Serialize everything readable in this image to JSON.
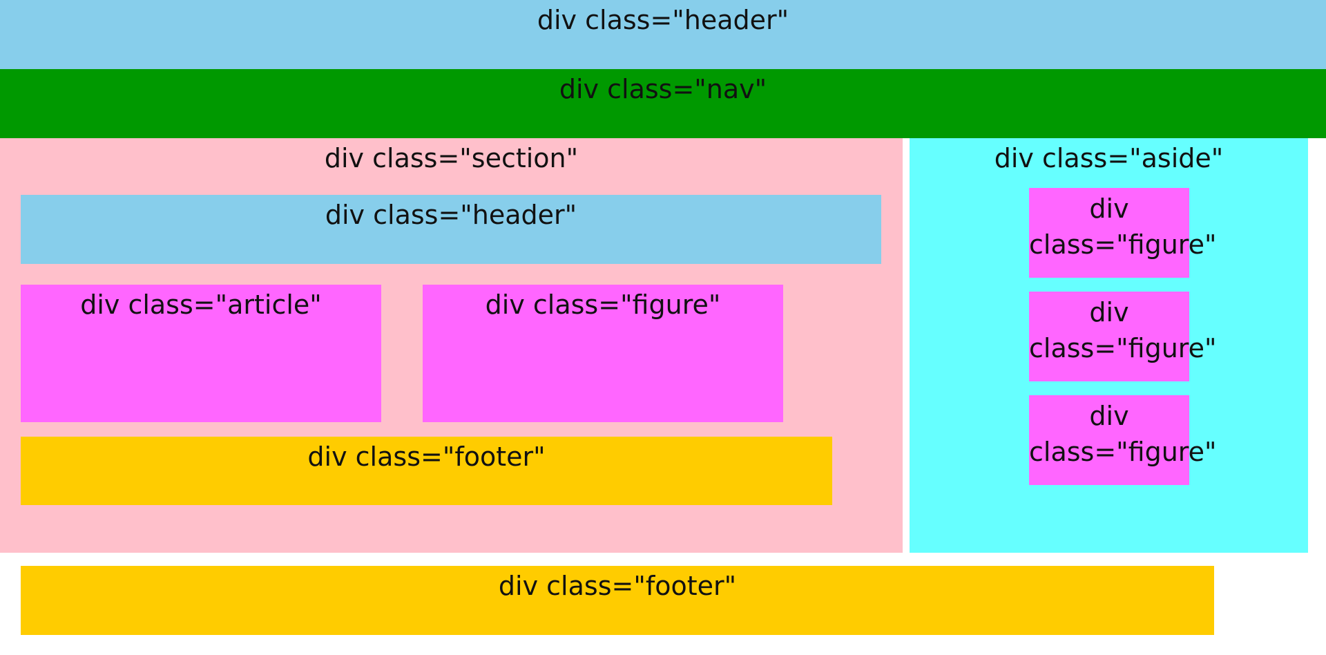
{
  "colors": {
    "header": "#87CEEB",
    "nav": "#009900",
    "section": "#FFC0CB",
    "aside": "#66FFFF",
    "article": "#FF66FF",
    "figure": "#FF66FF",
    "footer": "#FFCC00",
    "background": "#FFFFFF"
  },
  "page": {
    "header_label": "div class=\"header\"",
    "nav_label": "div class=\"nav\"",
    "footer_label": "div class=\"footer\""
  },
  "section": {
    "label": "div class=\"section\"",
    "header_label": "div class=\"header\"",
    "article_label": "div class=\"article\"",
    "figure_label": "div class=\"figure\"",
    "footer_label": "div class=\"footer\""
  },
  "aside": {
    "label": "div class=\"aside\"",
    "figures": [
      {
        "line1": "div",
        "line2": "class=\"figure\""
      },
      {
        "line1": "div",
        "line2": "class=\"figure\""
      },
      {
        "line1": "div",
        "line2": "class=\"figure\""
      }
    ]
  }
}
